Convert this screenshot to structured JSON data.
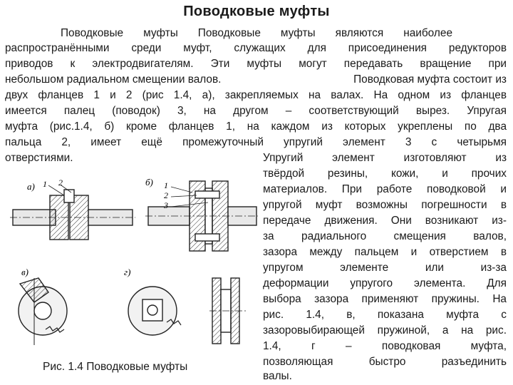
{
  "title": "Поводковые муфты",
  "para_lines": [
    "Поводковые муфты Поводковые муфты являются наиболее",
    "распространёнными среди муфт, служащих для присоединения редукторов",
    "приводов к электродвигателям. Эти муфты могут передавать вращение при",
    "небольшом радиальном смещении валов.",
    "Поводковая муфта состоит из",
    "двух фланцев 1 и 2 (рис 1.4, а), закрепляемых на валах. На одном из фланцев",
    "имеется палец (поводок) 3, на другом – соответствующий вырез. Упругая",
    "муфта (рис.1.4, б) кроме фланцев 1, на каждом из которых укреплены по два",
    "пальца 2, имеет ещё промежуточный упругий элемент 3 с четырьмя",
    "отверстиями."
  ],
  "right_lines": [
    "Упругий элемент изготовляют из",
    "твёрдой резины, кожи, и прочих",
    "материалов. При работе поводковой и",
    "упругой муфт возможны погрешности в",
    "передаче движения. Они возникают из-",
    "за радиального смещения валов,",
    "зазора между пальцем и отверстием в",
    "упругом элементе или из-за",
    "деформации упругого элемента. Для",
    "выбора зазора применяют пружины. На",
    "рис. 1.4, в, показана муфта с",
    "зазоровыбирающей пружиной, а на рис.",
    "1.4, г – поводковая муфта,",
    "позволяющая быстро разъединить",
    "валы."
  ],
  "figure": {
    "labels": {
      "a": "а)",
      "b": "б)",
      "v": "в)",
      "g": "г)"
    },
    "numbers": {
      "n1": "1",
      "n2": "2",
      "n3": "3"
    }
  },
  "caption": "Рис. 1.4 Поводковые муфты"
}
